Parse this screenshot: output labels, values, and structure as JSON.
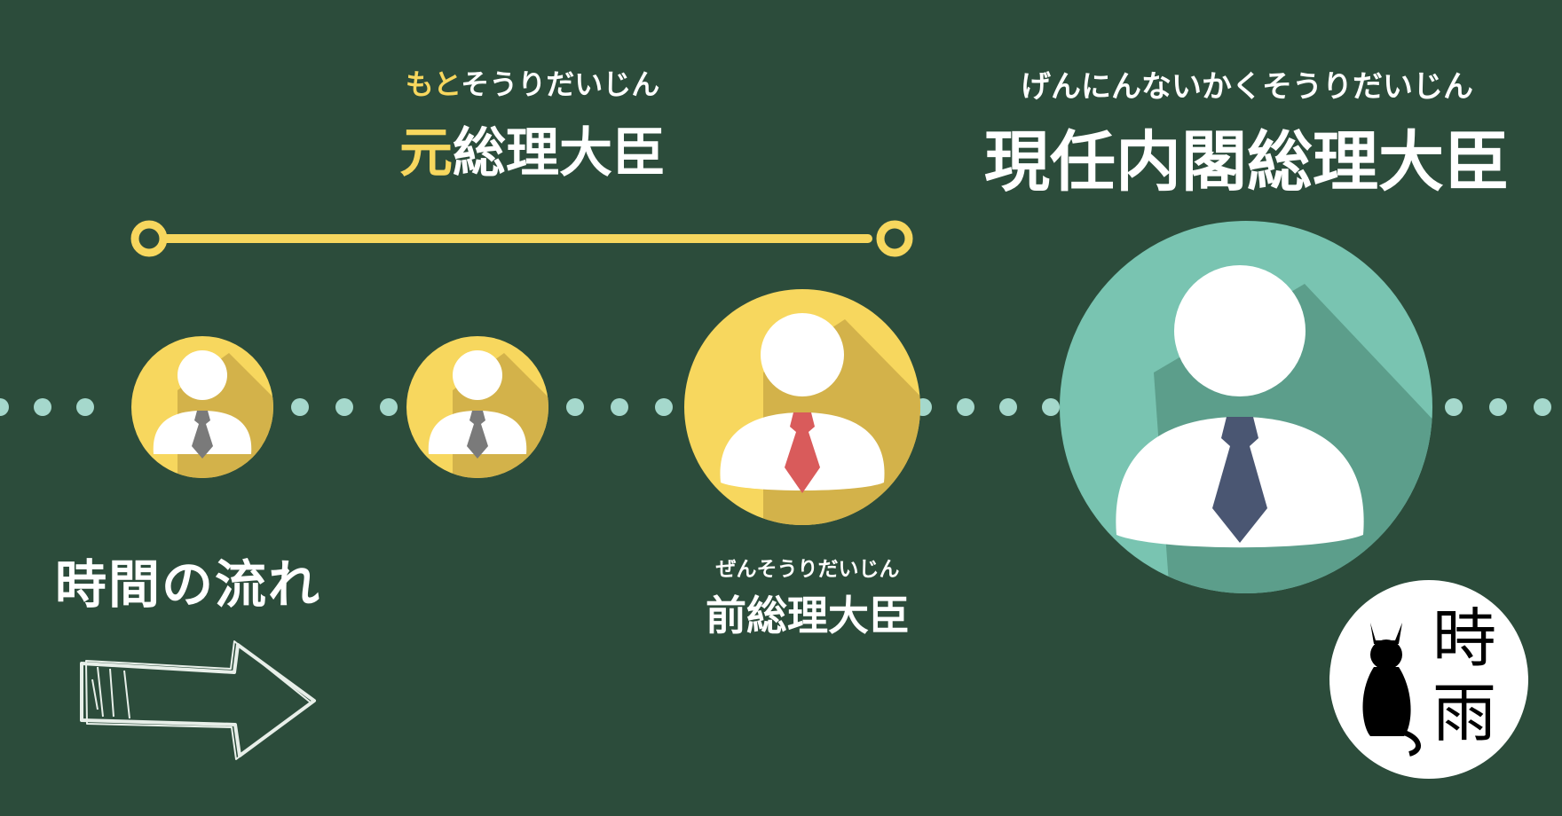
{
  "former": {
    "ruby_highlight": "もと",
    "ruby_rest": "そうりだいじん",
    "title_highlight": "元",
    "title_rest": "総理大臣"
  },
  "current": {
    "ruby": "げんにんないかくそうりだいじん",
    "title": "現任内閣総理大臣"
  },
  "previous": {
    "ruby": "ぜんそうりだいじん",
    "title": "前総理大臣"
  },
  "flow_label": "時間の流れ",
  "logo": {
    "char_top": "時",
    "char_bottom": "雨",
    "icon": "cat-silhouette-icon"
  },
  "colors": {
    "background": "#2c4c3b",
    "accent_yellow": "#f7d75e",
    "current_teal": "#79c4b1",
    "dots": "#a5d8cc",
    "tie_gray": "#7a7a7a",
    "tie_red": "#d95b5b",
    "tie_navy": "#4a5672"
  }
}
